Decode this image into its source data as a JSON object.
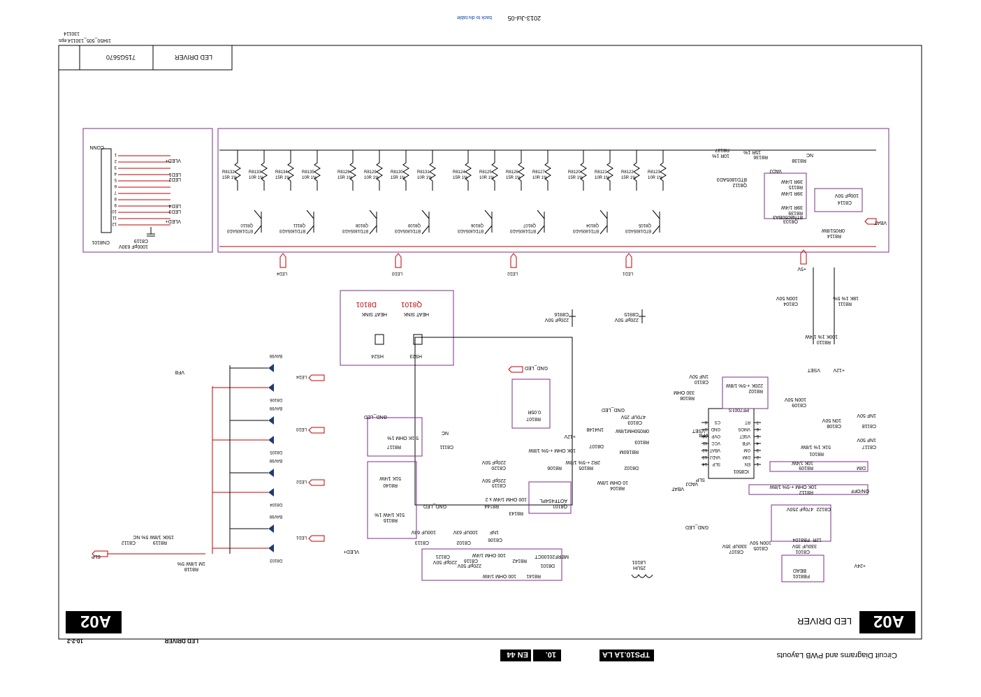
{
  "header": {
    "date": "2013-Jul-05",
    "back_link": "back to div.table",
    "code": "130114",
    "eps_file": "19450_505_130114.eps"
  },
  "title_block": {
    "title": "LED DRIVER",
    "part_number": "715G5670"
  },
  "footer": {
    "doc_title": "Circuit Diagrams and PWB Layouts",
    "model": "TPS10.1A LA",
    "chapter": "10.",
    "page": "EN 44",
    "sheet_ref": "10-2-2",
    "sheet_name": "LED DRIVER"
  },
  "sheet_badge": {
    "code": "A02",
    "name": "LED DRIVER"
  },
  "connector": {
    "name": "CONN",
    "ref": "CN8101",
    "pins": [
      "1",
      "2",
      "3",
      "4",
      "5",
      "6",
      "7",
      "8",
      "9",
      "10",
      "11",
      "12"
    ],
    "labels": {
      "vled_top": "VLED+",
      "led1": "LED1",
      "led2": "LED2",
      "led4": "LED4",
      "led3": "LED3",
      "vled_bot": "VLED+"
    },
    "cap_ref": "C8119",
    "cap_val": "1000pF 630V"
  },
  "led_blocks": [
    {
      "net": "LED4",
      "q1": "Q8111",
      "q1_part": "BTD1805AD3",
      "q2": "Q8110",
      "q2_part": "BTD1805AD3",
      "r": [
        {
          "ref": "R8135",
          "val": "10R 1%"
        },
        {
          "ref": "R8134",
          "val": "15R 1%"
        },
        {
          "ref": "R8133",
          "val": "10R 1%"
        },
        {
          "ref": "R8132",
          "val": "15R 1%"
        }
      ]
    },
    {
      "net": "LED3",
      "q1": "Q8109",
      "q1_part": "BTD1805AD3",
      "q2": "Q8108",
      "q2_part": "BTD1805AD3",
      "r": [
        {
          "ref": "R8131",
          "val": "10R 1%"
        },
        {
          "ref": "R8130",
          "val": "15R 1%"
        },
        {
          "ref": "R8129",
          "val": "10R 1%"
        },
        {
          "ref": "R8128",
          "val": "15R 1%"
        }
      ]
    },
    {
      "net": "LED2",
      "q1": "Q8107",
      "q1_part": "BTD1805AD3",
      "q2": "Q8106",
      "q2_part": "BTD1805AD3",
      "r": [
        {
          "ref": "R8127",
          "val": "10R 1%"
        },
        {
          "ref": "R8126",
          "val": "15R 1%"
        },
        {
          "ref": "R8125",
          "val": "10R 1%"
        },
        {
          "ref": "R8124",
          "val": "15R 1%"
        }
      ]
    },
    {
      "net": "LED1",
      "q1": "Q8105",
      "q1_part": "BTD1805AD3",
      "q2": "Q8104",
      "q2_part": "BTD1805AD3",
      "r": [
        {
          "ref": "R8123",
          "val": "10R 1%"
        },
        {
          "ref": "R8122",
          "val": "15R 1%"
        },
        {
          "ref": "R8121",
          "val": "10R 1%"
        },
        {
          "ref": "R8120",
          "val": "15R 1%"
        }
      ]
    }
  ],
  "vbat_section": {
    "q8112": "Q8112",
    "q8112_part": "BTD1805AD3",
    "r8137": "R8137",
    "r8137_val": "10R 1%",
    "r8136": "R8136",
    "r8136_val": "15R 1%",
    "r8138": "R8138",
    "r8138_val": "NC",
    "vadj": "VADJ",
    "r8115": "R8115",
    "r8115_val": "39R 1/4W",
    "r8139": "R8139",
    "r8139_val": "39R 1/4W",
    "r8115b": "R8115",
    "r8115b_val": "39R 1/4W",
    "q8103": "Q8103",
    "q8103_part": "BTN8050BA3",
    "c8114": "C8114",
    "c8114_val": "100pF 50V",
    "r8114": "R8114",
    "r8114_val": "0R051/8W",
    "vbat": "VBAT",
    "p5v": "+5V"
  },
  "heatsink": {
    "hs23": "HS23",
    "hs24": "HS24",
    "label": "HEAT SINK",
    "q8101": "Q8101",
    "d8101": "D8101"
  },
  "caps_mid": [
    {
      "ref": "C8916",
      "val": "220pF 50V"
    },
    {
      "ref": "C8915",
      "val": "220pF 50V"
    }
  ],
  "vset": {
    "c8104": "C8104",
    "c8104_val": "100N 50V",
    "r8111": "R8111",
    "r8111_val": "18K 1% 5%",
    "r8110": "R8110",
    "r8110_val": "100K 1% 1/4W",
    "vset": "VSET",
    "p12v": "+12V"
  },
  "ic": {
    "ref": "IC8501",
    "part": "PF7001S",
    "left_pins": [
      "CS",
      "GND",
      "OVP",
      "VCC",
      "VBAT",
      "VADJ",
      "SLP"
    ],
    "right_pins": [
      "RT",
      "VMOS",
      "VSET",
      "VFB",
      "GM",
      "DIM",
      "EN"
    ],
    "left_nums": [
      "8",
      "9",
      "10",
      "11",
      "12",
      "13",
      "14"
    ],
    "right_nums": [
      "7",
      "6",
      "5",
      "4",
      "3",
      "2",
      "1"
    ]
  },
  "ic_parts": [
    {
      "ref": "R8102",
      "val": "220K +-5% 1/8W"
    },
    {
      "ref": "C8110",
      "val": "1NF 50V"
    },
    {
      "ref": "R8108",
      "val": "330 OHM"
    },
    {
      "ref": "C8103",
      "val": "470UF 25V"
    },
    {
      "ref": "R8103",
      "val": "0R050HM1/8W"
    },
    {
      "ref": "D8107",
      "val": "1N4148"
    },
    {
      "ref": "D8102",
      "val": "RB160M"
    },
    {
      "ref": "R8105",
      "val": "2R2 +-5% 1/8W"
    },
    {
      "ref": "R8104",
      "val": "10 OHM 1/8W"
    },
    {
      "ref": "R8106",
      "val": "10K OHM +-5% 1/8W"
    },
    {
      "ref": "R8107",
      "val": "0.05R"
    },
    {
      "ref": "C8109",
      "val": "100N 50V"
    },
    {
      "ref": "C8108",
      "val": "10N 50V"
    },
    {
      "ref": "C8118",
      "val": "1NF 50V"
    },
    {
      "ref": "C8117",
      "val": "1NF 50V"
    },
    {
      "ref": "R8101",
      "val": "51K 1% 1/8W"
    },
    {
      "ref": "R8109",
      "val": "10K 1/4W"
    },
    {
      "ref": "R8112",
      "val": "10K OHM +-5% 1/8W"
    }
  ],
  "net_labels": {
    "gnd_led": "GND_LED",
    "vfb": "VFB",
    "vset": "VSET",
    "dim": "DIM",
    "onoff": "ON/OFF",
    "slp": "SLP",
    "vadj": "VADJ",
    "vbat": "VBAT",
    "p12v": "+12V",
    "p24v": "+24V",
    "vled": "VLED+"
  },
  "power": {
    "c8122": "C8122",
    "c8122_val": "470pF 250V",
    "fb8104": "FB8104",
    "fb8104_val": "12R",
    "fb8101": "FB8101",
    "fb8101_val": "BEAD",
    "c8101": "C8101",
    "c8101_val": "330UF 35V",
    "c8107": "C8107",
    "c8107_val": "330UF 35V",
    "c8105": "C8105",
    "c8105_val": "100N 50V",
    "l8101": "L8101",
    "l8101_val": "25UH",
    "d8101": "D8101",
    "d8101_part": "MBRF20100CT",
    "q8101": "Q8101",
    "q8101_part": "AOTF4S4PL"
  },
  "snubber": [
    {
      "ref": "R8141",
      "val": "100 OHM 1/4W"
    },
    {
      "ref": "R8142",
      "val": "100 OHM 1/4W"
    },
    {
      "ref": "C8116",
      "val": "220pF 50V"
    },
    {
      "ref": "C8121",
      "val": "220pF 50V"
    },
    {
      "ref": "C8106",
      "val": "1NF"
    },
    {
      "ref": "R8143",
      "val": "100 OHM 1/4W x 2"
    },
    {
      "ref": "R8144",
      "val": ""
    },
    {
      "ref": "C8115",
      "val": "220pF 50V"
    },
    {
      "ref": "C8120",
      "val": "220pF 50V"
    },
    {
      "ref": "C8102",
      "val": "100UF 63V"
    },
    {
      "ref": "C8113",
      "val": "100UF 63V"
    },
    {
      "ref": "R8117",
      "val": "5.1K OHM 1%"
    },
    {
      "ref": "C8111",
      "val": "NC"
    },
    {
      "ref": "R8140",
      "val": "51K 1/4W"
    },
    {
      "ref": "R8116",
      "val": "51K 1/4W 1%"
    }
  ],
  "diodes": [
    {
      "ref": "D8106",
      "part": "BAV99",
      "net": "LED4"
    },
    {
      "ref": "D8105",
      "part": "BAV99",
      "net": "LED3"
    },
    {
      "ref": "D8104",
      "part": "BAV99",
      "net": "LED2"
    },
    {
      "ref": "D8103",
      "part": "BAV99",
      "net": "LED1"
    }
  ],
  "slp_section": {
    "r8118": "R8118",
    "r8118_val": "1M 1/8W 5%",
    "r8119": "R8119",
    "r8119_val": "150K 1/8W 5% NC",
    "c8112": "C8112",
    "slp": "SLP"
  }
}
